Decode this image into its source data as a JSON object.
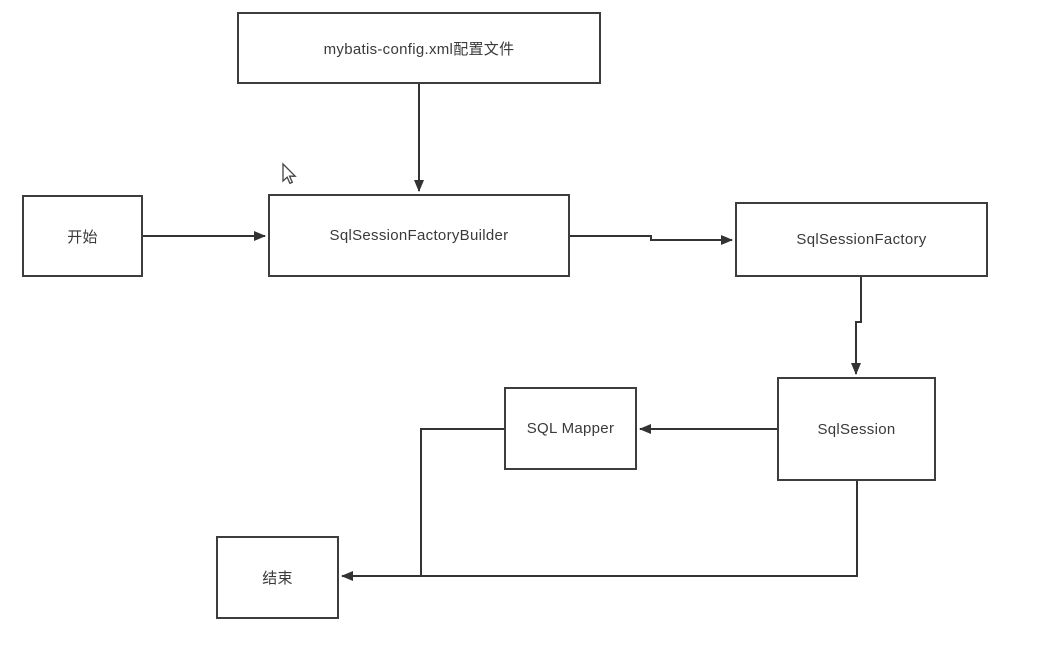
{
  "diagram": {
    "type": "flowchart",
    "nodes": {
      "config": {
        "label": "mybatis-config.xml配置文件"
      },
      "start": {
        "label": "开始"
      },
      "builder": {
        "label": "SqlSessionFactoryBuilder"
      },
      "factory": {
        "label": "SqlSessionFactory"
      },
      "session": {
        "label": "SqlSession"
      },
      "mapper": {
        "label": "SQL Mapper"
      },
      "end": {
        "label": "结束"
      }
    },
    "edges": [
      {
        "from": "config",
        "to": "builder"
      },
      {
        "from": "start",
        "to": "builder"
      },
      {
        "from": "builder",
        "to": "factory"
      },
      {
        "from": "factory",
        "to": "session"
      },
      {
        "from": "session",
        "to": "mapper"
      },
      {
        "from": "session",
        "to": "end"
      },
      {
        "from": "mapper",
        "to": "end"
      }
    ],
    "colors": {
      "border": "#3d3d3d",
      "line": "#333333",
      "text": "#3a3a3a",
      "background": "#ffffff"
    }
  }
}
